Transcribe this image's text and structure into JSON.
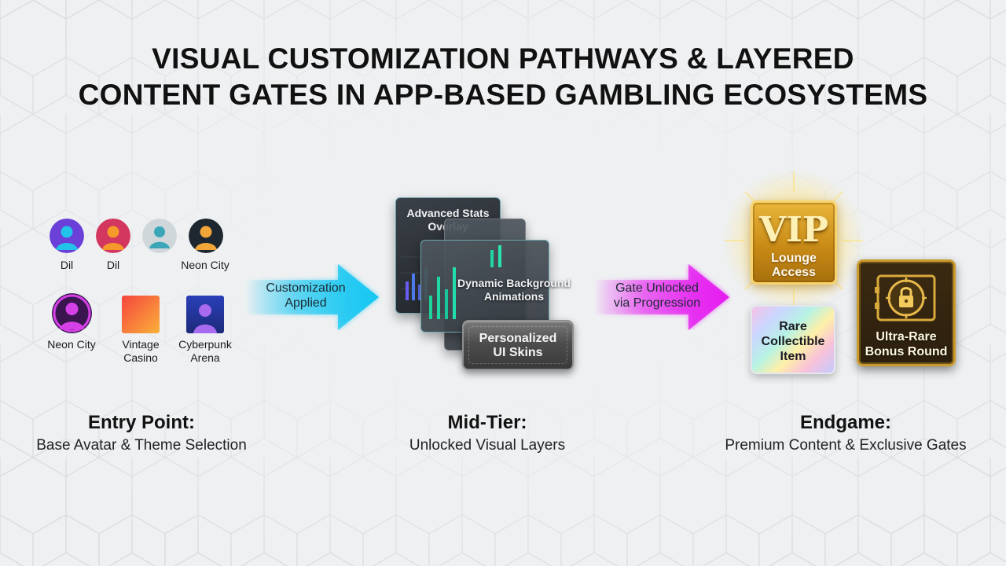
{
  "title": {
    "line1": "VISUAL CUSTOMIZATION PATHWAYS & LAYERED",
    "line2": "CONTENT GATES IN APP-BASED GAMBLING ECOSYSTEMS"
  },
  "entry": {
    "avatars_row1": [
      {
        "label": "Dil",
        "color": "#6a40d8",
        "head": "#22c3e8"
      },
      {
        "label": "Dil",
        "color": "#d3375f",
        "head": "#f59a2a"
      },
      {
        "label": "",
        "color": "#cfd7db",
        "head": "#3aa6b8"
      },
      {
        "label": "Neon City",
        "color": "#1e2730",
        "head": "#f2a63a"
      }
    ],
    "row2": [
      {
        "label": "Neon City",
        "kind": "avatar",
        "color": "#3a1550",
        "head": "#d541e6"
      },
      {
        "label": "Vintage Casino",
        "line1": "Vintage",
        "line2": "Casino",
        "kind": "tile",
        "from": "#f5453e",
        "to": "#fbb13a"
      },
      {
        "label": "Cyberpunk Arena",
        "line1": "Cyberpunk",
        "line2": "Arena",
        "kind": "tile",
        "from": "#2a3fb8",
        "to": "#1d2a7a",
        "head": "#a86bf0"
      }
    ],
    "heading": "Entry Point:",
    "subheading": "Base Avatar & Theme Selection"
  },
  "arrow1": {
    "line1": "Customization",
    "line2": "Applied",
    "color": "#16c7f2"
  },
  "mid": {
    "card1": {
      "line1": "Advanced Stats",
      "line2": "Overlay"
    },
    "card2": {
      "line1": "Dynamic Background",
      "line2": "Animations"
    },
    "card3": {
      "line1": "Personalized",
      "line2": "UI Skins"
    },
    "heading": "Mid-Tier:",
    "subheading": "Unlocked Visual Layers"
  },
  "arrow2": {
    "line1": "Gate Unlocked",
    "line2": "via Progression",
    "color": "#e51cf0"
  },
  "end": {
    "vip": {
      "logo": "VIP",
      "line1": "Lounge",
      "line2": "Access"
    },
    "rare": {
      "line1": "Rare",
      "line2": "Collectible",
      "line3": "Item"
    },
    "bonus": {
      "line1": "Ultra-Rare",
      "line2": "Bonus Round"
    },
    "heading": "Endgame:",
    "subheading": "Premium Content & Exclusive Gates"
  }
}
